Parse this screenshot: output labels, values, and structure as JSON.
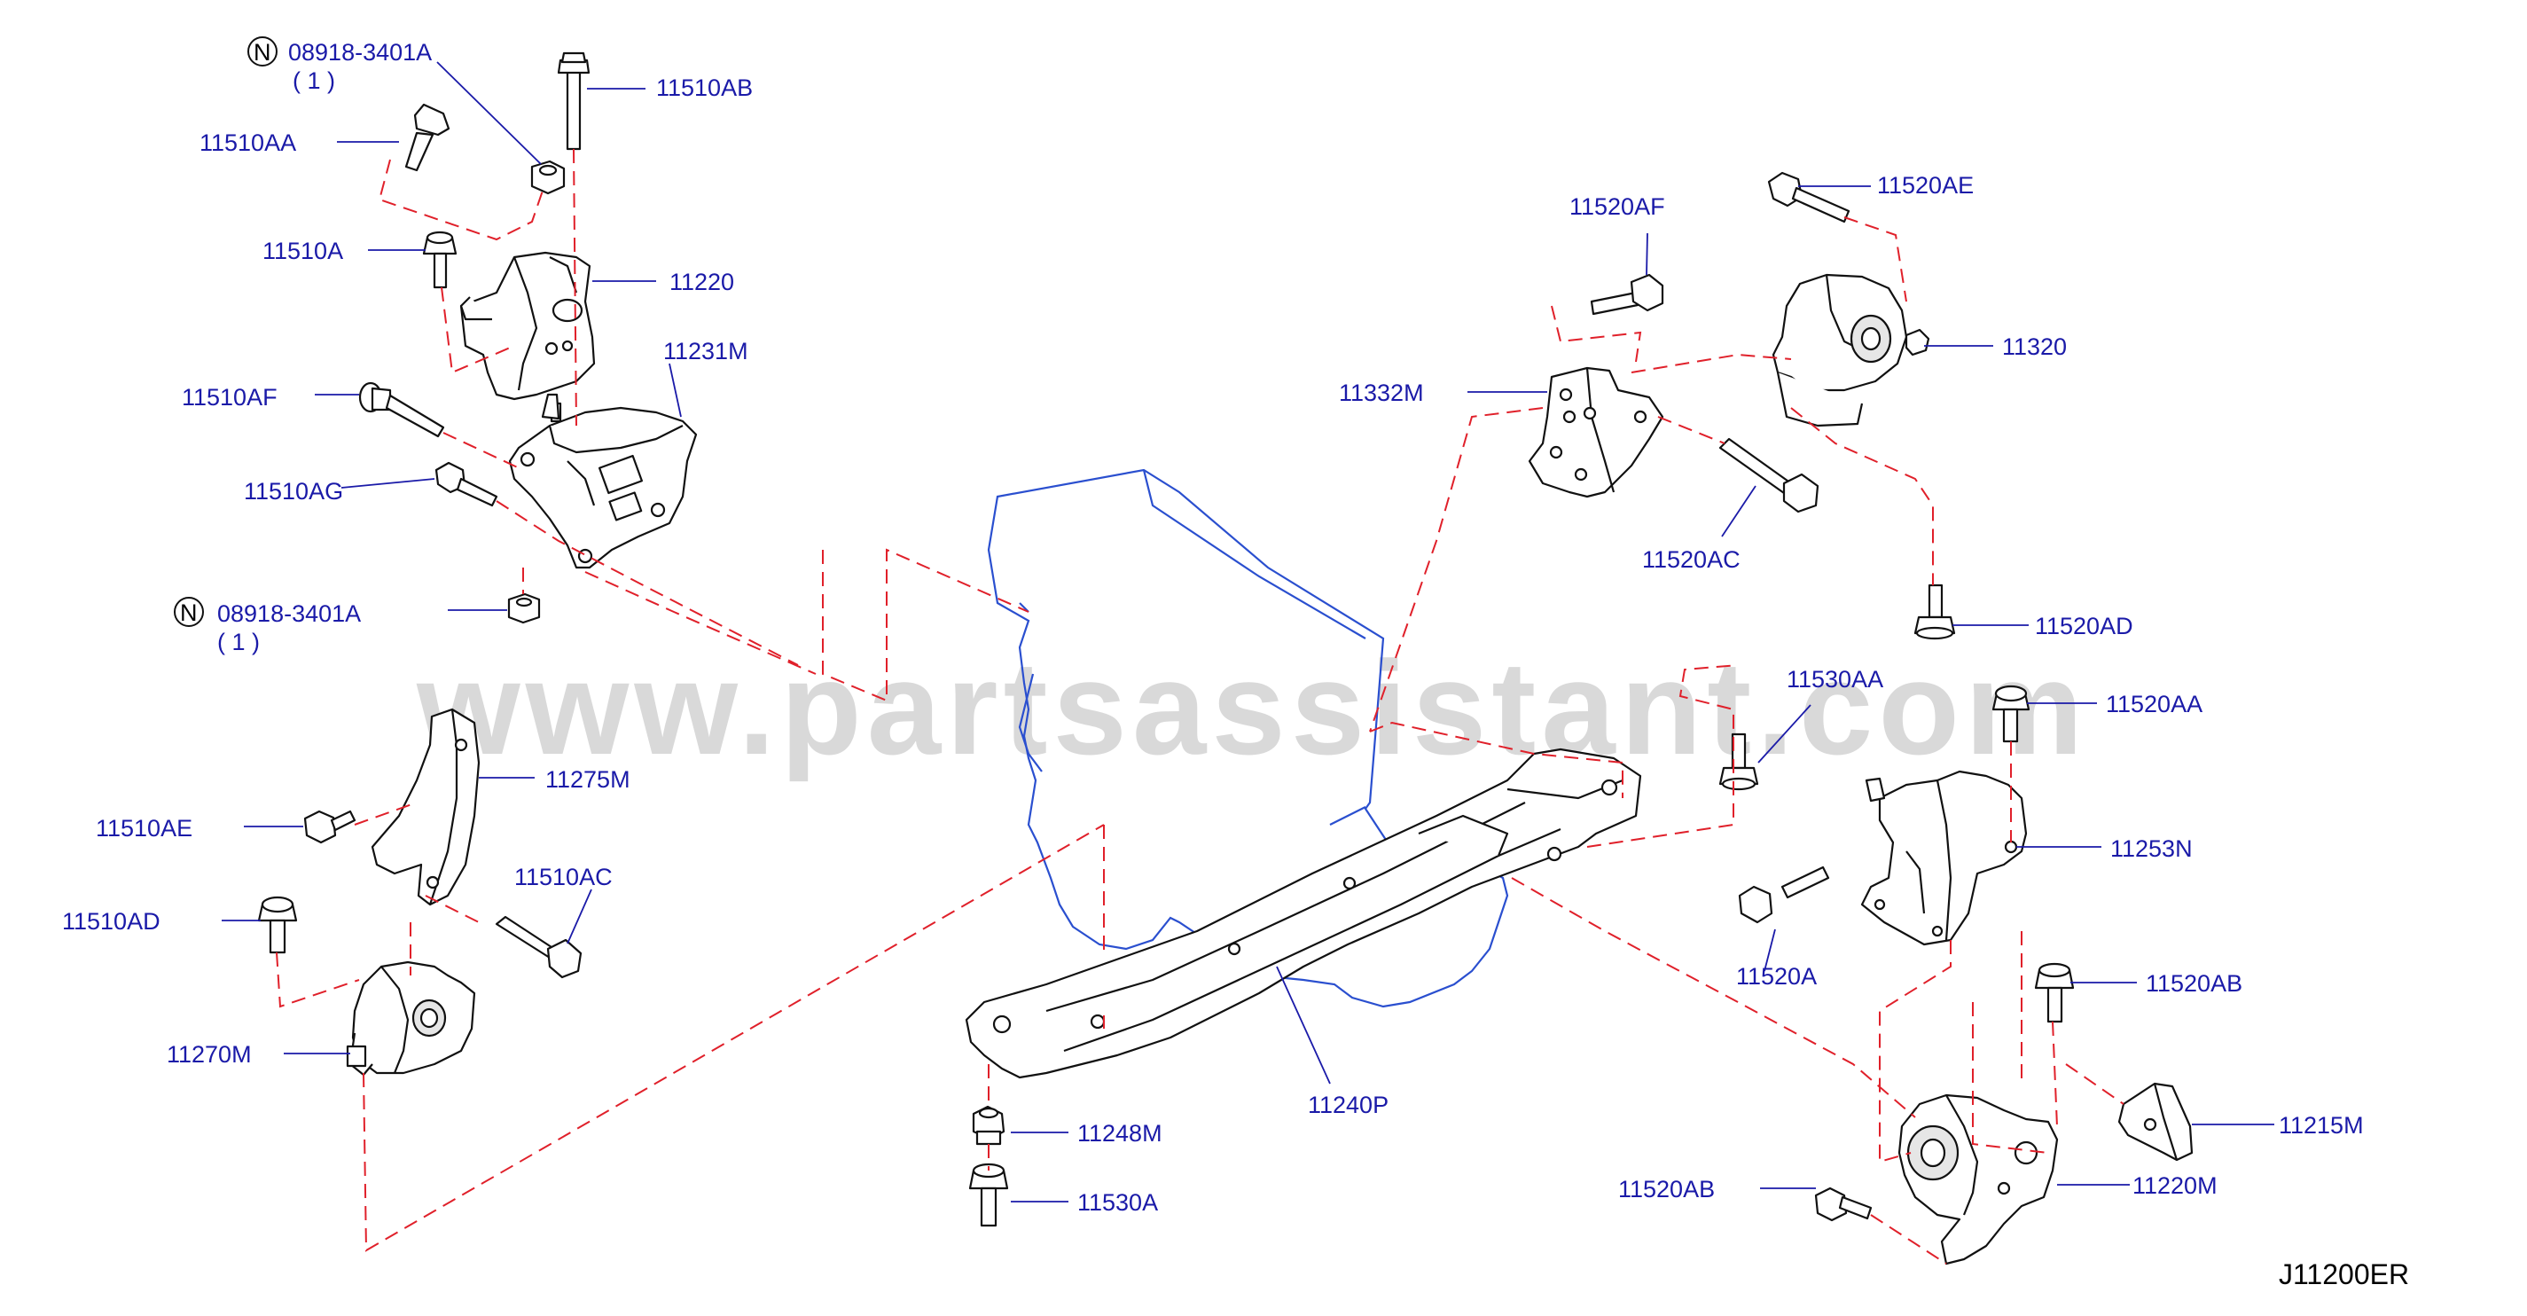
{
  "watermark": "www.partsassistant.com",
  "reference_code": "J11200ER",
  "notes": {
    "n_symbol": "N",
    "top_part": "08918-3401A",
    "top_qty": "( 1 )",
    "mid_part": "08918-3401A",
    "mid_qty": "( 1 )"
  },
  "labels": {
    "l_11510AB": "11510AB",
    "l_11510AA": "11510AA",
    "l_11510A": "11510A",
    "l_11220": "11220",
    "l_11231M": "11231M",
    "l_11510AF": "11510AF",
    "l_11510AG": "11510AG",
    "l_11275M": "11275M",
    "l_11510AE": "11510AE",
    "l_11510AC": "11510AC",
    "l_11510AD": "11510AD",
    "l_11270M": "11270M",
    "l_11248M": "11248M",
    "l_11530A": "11530A",
    "l_11240P": "11240P",
    "l_11520AF": "11520AF",
    "l_11520AE": "11520AE",
    "l_11332M": "11332M",
    "l_11320": "11320",
    "l_11520AC": "11520AC",
    "l_11520AD": "11520AD",
    "l_11530AA": "11530AA",
    "l_11520AA": "11520AA",
    "l_11253N": "11253N",
    "l_11520A": "11520A",
    "l_11520AB_top": "11520AB",
    "l_11215M": "11215M",
    "l_11520AB_bottom": "11520AB",
    "l_11220M": "11220M"
  }
}
